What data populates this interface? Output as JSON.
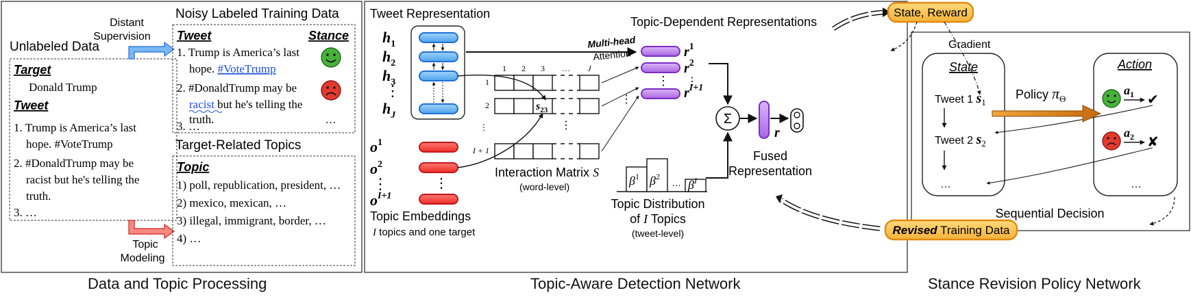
{
  "captions": {
    "left": "Data and Topic Processing",
    "middle": "Topic-Aware Detection Network",
    "right": "Stance Revision Policy Network"
  },
  "left": {
    "unlabeled_title": "Unlabeled Data",
    "target_label": "Target",
    "target_value": "Donald Trump",
    "tweet_label": "Tweet",
    "tweet_items": [
      "1. Trump is America’s last",
      "hope. #VoteTrump",
      "2. #DonaldTrump may be",
      "racist but he's telling the",
      "truth.",
      "3. …"
    ],
    "distant_supervision": [
      "Distant",
      "Supervision"
    ],
    "topic_modeling": [
      "Topic",
      "Modeling"
    ],
    "noisy_title": "Noisy Labeled Training Data",
    "noisy_tweet_label": "Tweet",
    "noisy_stance_label": "Stance",
    "noisy_items": {
      "t1a": "1. Trump is America’s last",
      "t1b": "hope. ",
      "t1_hashtag": "#VoteTrump",
      "t2a": "2. #DonaldTrump may be",
      "t2_word": "racist",
      "t2b": " but he's telling the",
      "t2c": "truth.",
      "t3": "3. …",
      "ellipsis": "…"
    },
    "topics_title": "Target-Related Topics",
    "topic_label": "Topic",
    "topic_items": [
      "1) poll, republication, president, …",
      "2) mexico, mexican, …",
      "3) illegal, immigrant, border, …",
      "4) …"
    ]
  },
  "middle": {
    "tweet_representation": "Tweet Representation",
    "h_labels": [
      "h",
      "h",
      "h",
      "h"
    ],
    "h_subs": [
      "1",
      "2",
      "3",
      "J"
    ],
    "vdots": "⋮",
    "o_labels": [
      "o",
      "o",
      "o"
    ],
    "o_sups": [
      "1",
      "2",
      "I+1"
    ],
    "topic_embeddings": "Topic Embeddings",
    "topic_embeddings_sub": " topics and one target",
    "topic_embeddings_var": "I",
    "matrix_cols": [
      "1",
      "2",
      "3",
      "…",
      "J"
    ],
    "matrix_rows": [
      "1",
      "2",
      "⋮",
      "I + 1"
    ],
    "matrix_cell": "s",
    "matrix_cell_sub": "23",
    "interaction_matrix": "Interaction Matrix ",
    "interaction_var": "S",
    "word_level": "(word-level)",
    "multi_head": "Multi-head",
    "attention": "Attention",
    "topic_dep_title": "Topic-Dependent Representations",
    "r_label": "r",
    "r_sups": [
      "1",
      "2",
      "I+1"
    ],
    "sum_symbol": "Σ",
    "fused_r": "r",
    "fused_label": [
      "Fused",
      "Representation"
    ],
    "beta": "β",
    "beta_sups": [
      "1",
      "2",
      "I"
    ],
    "beta_dots": "…",
    "topic_dist": "Topic Distribution",
    "topic_dist_b_pre": "of ",
    "topic_dist_var": "I",
    "topic_dist_b_post": " Topics",
    "tweet_level": "(tweet-level)"
  },
  "right": {
    "state_reward": "State, Reward",
    "gradient": "Gradient",
    "state_label": "State",
    "action_label": "Action",
    "tweet1": "Tweet 1 ",
    "tweet2": "Tweet 2 ",
    "s_var": "s",
    "s_subs": [
      "1",
      "2"
    ],
    "policy": "Policy ",
    "pi": "π",
    "pi_sub": "Θ",
    "a_var": "a",
    "a_subs": [
      "1",
      "2"
    ],
    "check": "✔",
    "cross": "✘",
    "ellipsis": "…",
    "sequential": "Sequential Decision",
    "revised_bold": "Revised",
    "revised_rest": " Training Data"
  },
  "colors": {
    "blue": "#5aaef0",
    "blue_dark": "#1f6fd6",
    "red": "#f4423a",
    "red_dark": "#c0171a",
    "purple": "#b87ee6",
    "purple_dark": "#7a2cc4",
    "orange": "#f7c24a",
    "orange_dark": "#e08a10",
    "green_face": "#47b13a",
    "red_face": "#e23a2f"
  }
}
